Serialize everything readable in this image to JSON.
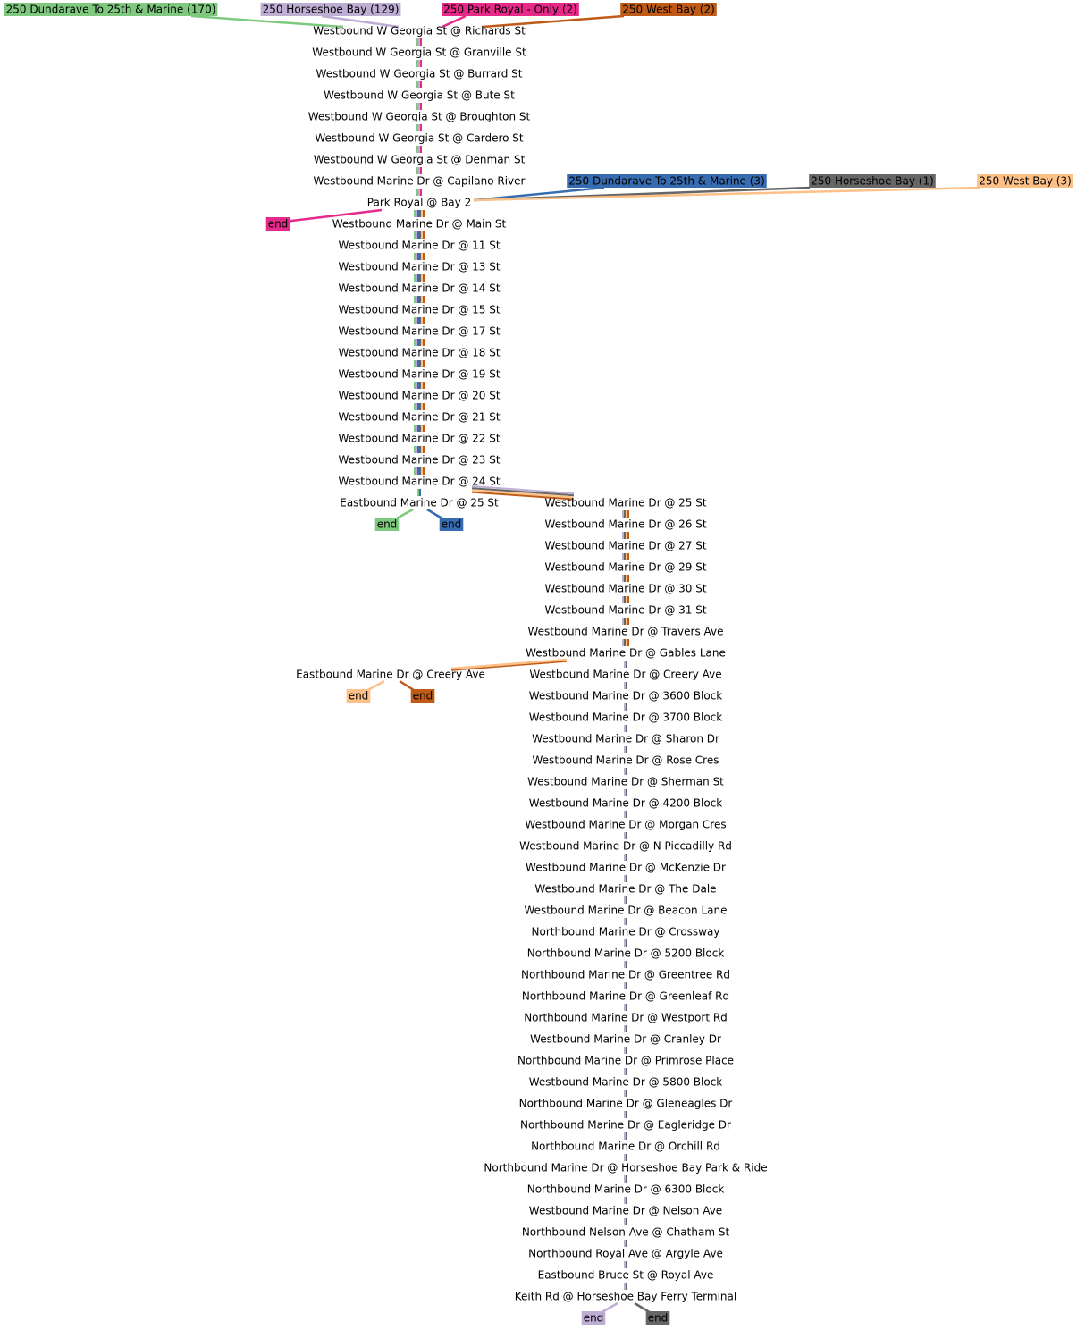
{
  "route_starts": [
    {
      "id": "s1",
      "label": "250 Dundarave To 25th & Marine (170)",
      "color": "#7fc97f",
      "text_color": "#000000"
    },
    {
      "id": "s2",
      "label": "250 Horseshoe Bay (129)",
      "color": "#beaed4",
      "text_color": "#000000"
    },
    {
      "id": "s3",
      "label": "250 Park Royal - Only (2)",
      "color": "#e7298a",
      "text_color": "#000000"
    },
    {
      "id": "s4",
      "label": "250 West Bay (2)",
      "color": "#bf5b17",
      "text_color": "#000000"
    },
    {
      "id": "s5",
      "label": "250 Dundarave To 25th & Marine (3)",
      "color": "#386cb0",
      "text_color": "#000000"
    },
    {
      "id": "s6",
      "label": "250 Horseshoe Bay (1)",
      "color": "#666666",
      "text_color": "#000000"
    },
    {
      "id": "s7",
      "label": "250 West Bay (3)",
      "color": "#fdc086",
      "text_color": "#000000"
    }
  ],
  "end_label": "end",
  "stops_main": [
    "Westbound W Georgia St @ Richards St",
    "Westbound W Georgia St @ Granville St",
    "Westbound W Georgia St @ Burrard St",
    "Westbound W Georgia St @ Bute St",
    "Westbound W Georgia St @ Broughton St",
    "Westbound W Georgia St @ Cardero St",
    "Westbound W Georgia St @ Denman St",
    "Westbound Marine Dr @ Capilano River",
    "Park Royal @ Bay 2",
    "Westbound Marine Dr @ Main St",
    "Westbound Marine Dr @ 11 St",
    "Westbound Marine Dr @ 13 St",
    "Westbound Marine Dr @ 14 St",
    "Westbound Marine Dr @ 15 St",
    "Westbound Marine Dr @ 17 St",
    "Westbound Marine Dr @ 18 St",
    "Westbound Marine Dr @ 19 St",
    "Westbound Marine Dr @ 20 St",
    "Westbound Marine Dr @ 21 St",
    "Westbound Marine Dr @ 22 St",
    "Westbound Marine Dr @ 23 St",
    "Westbound Marine Dr @ 24 St",
    "Eastbound Marine Dr @ 25 St"
  ],
  "stops_west": [
    "Westbound Marine Dr @ 25 St",
    "Westbound Marine Dr @ 26 St",
    "Westbound Marine Dr @ 27 St",
    "Westbound Marine Dr @ 29 St",
    "Westbound Marine Dr @ 30 St",
    "Westbound Marine Dr @ 31 St",
    "Westbound Marine Dr @ Travers Ave",
    "Westbound Marine Dr @ Gables Lane",
    "Westbound Marine Dr @ Creery Ave",
    "Westbound Marine Dr @ 3600 Block",
    "Westbound Marine Dr @ 3700 Block",
    "Westbound Marine Dr @ Sharon Dr",
    "Westbound Marine Dr @ Rose Cres",
    "Westbound Marine Dr @ Sherman St",
    "Westbound Marine Dr @ 4200 Block",
    "Westbound Marine Dr @ Morgan Cres",
    "Westbound Marine Dr @ N Piccadilly Rd",
    "Westbound Marine Dr @ McKenzie Dr",
    "Westbound Marine Dr @ The Dale",
    "Westbound Marine Dr @ Beacon Lane",
    "Northbound Marine Dr @ Crossway",
    "Northbound Marine Dr @ 5200 Block",
    "Northbound Marine Dr @ Greentree Rd",
    "Northbound Marine Dr @ Greenleaf Rd",
    "Northbound Marine Dr @ Westport Rd",
    "Westbound Marine Dr @ Cranley Dr",
    "Northbound Marine Dr @ Primrose Place",
    "Westbound Marine Dr @ 5800 Block",
    "Northbound Marine Dr @ Gleneagles Dr",
    "Northbound Marine Dr @ Eagleridge Dr",
    "Northbound Marine Dr @ Orchill Rd",
    "Northbound Marine Dr @ Horseshoe Bay Park & Ride",
    "Northbound Marine Dr @ 6300 Block",
    "Westbound Marine Dr @ Nelson Ave",
    "Northbound Nelson Ave @ Chatham St",
    "Northbound Royal Ave @ Argyle Ave",
    "Eastbound Bruce St @ Royal Ave",
    "Keith Rd @ Horseshoe Bay Ferry Terminal"
  ],
  "stop_creery_east": "Eastbound Marine Dr @ Creery Ave",
  "segment_colors": {
    "georgia": [
      "#7fc97f",
      "#beaed4",
      "#e7298a"
    ],
    "marine_east": [
      "#7fc97f",
      "#beaed4",
      "#386cb0",
      "#666666",
      "#fdc086",
      "#bf5b17"
    ],
    "marine_25": [
      "#7fc97f",
      "#386cb0"
    ],
    "marine_west": [
      "#beaed4",
      "#666666",
      "#fdc086",
      "#bf5b17"
    ],
    "marine_far": [
      "#beaed4",
      "#666666"
    ]
  }
}
